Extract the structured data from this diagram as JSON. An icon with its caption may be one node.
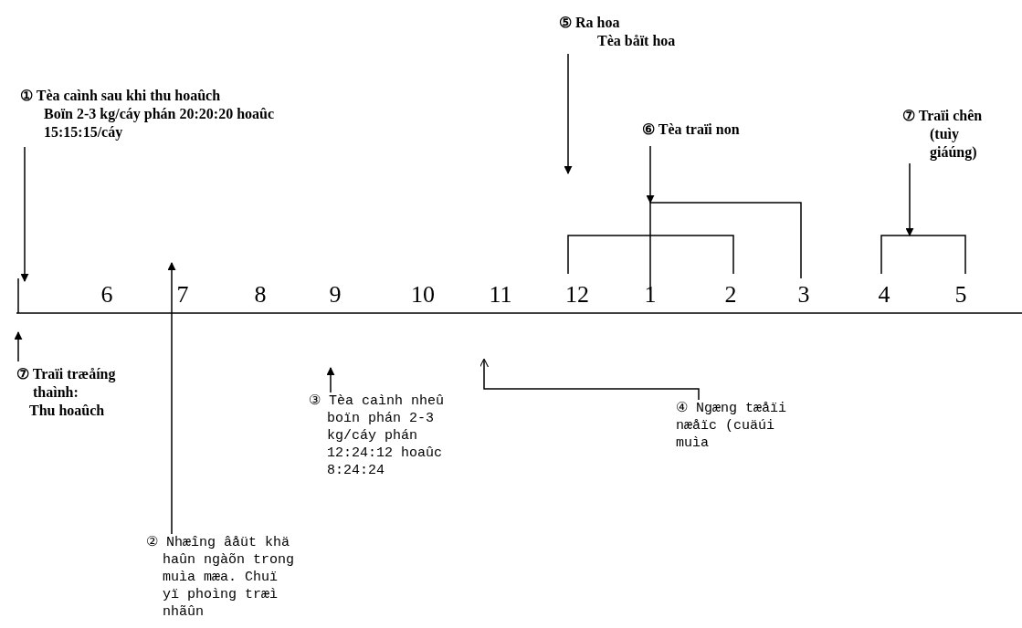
{
  "diagram": {
    "nodes": [
      {
        "text": [
          "① Tèa caình sau khi thu hoaûch",
          "Boïn 2-3 kg/cáy phán 20:20:20 hoaûc 15:15:15/cáy"
        ]
      },
      {
        "text": [
          "⑤ Ra hoa",
          "Tèa båït hoa"
        ]
      },
      {
        "text": [
          "⑥ Tèa traïi non"
        ]
      },
      {
        "text": [
          "⑦ Traïi chên (tuìy giáúng)"
        ]
      },
      {
        "text": [
          "⑦ Traïi træåíng thaình:",
          "Thu hoaûch"
        ]
      },
      {
        "text": [
          "② Nhæîng âåüt khä haûn ngàõn trong muìa mæa. Chuï yï phoìng træì nhãûn"
        ]
      },
      {
        "text": [
          "③ Tèa caình nheû boïn phán 2-3 kg/cáy phán 12:24:12 hoaûc 8:24:24"
        ]
      },
      {
        "text": [
          "④ Ngæng tæåïi næåïc (cuäúi muìa"
        ]
      },
      {
        "text": [],
        "shape": "bracket"
      },
      {
        "text": [],
        "shape": "bracket"
      },
      {
        "text": [],
        "shape": "bracket"
      }
    ],
    "edges": [
      {
        "from": 0,
        "to": null,
        "arrow": "to"
      },
      {
        "from": 1,
        "to": null,
        "arrow": "to"
      },
      {
        "from": 2,
        "to": 9,
        "arrow": "to"
      },
      {
        "from": 3,
        "to": 10,
        "arrow": "to"
      },
      {
        "from": 4,
        "to": null,
        "arrow": "to"
      },
      {
        "from": 5,
        "to": null,
        "arrow": "to"
      },
      {
        "from": 6,
        "to": null,
        "arrow": "to"
      },
      {
        "from": 7,
        "to": null,
        "arrow": "to"
      }
    ],
    "labels": [
      "6",
      "7",
      "8",
      "9",
      "10",
      "11",
      "12",
      "1",
      "2",
      "3",
      "4",
      "5"
    ]
  }
}
